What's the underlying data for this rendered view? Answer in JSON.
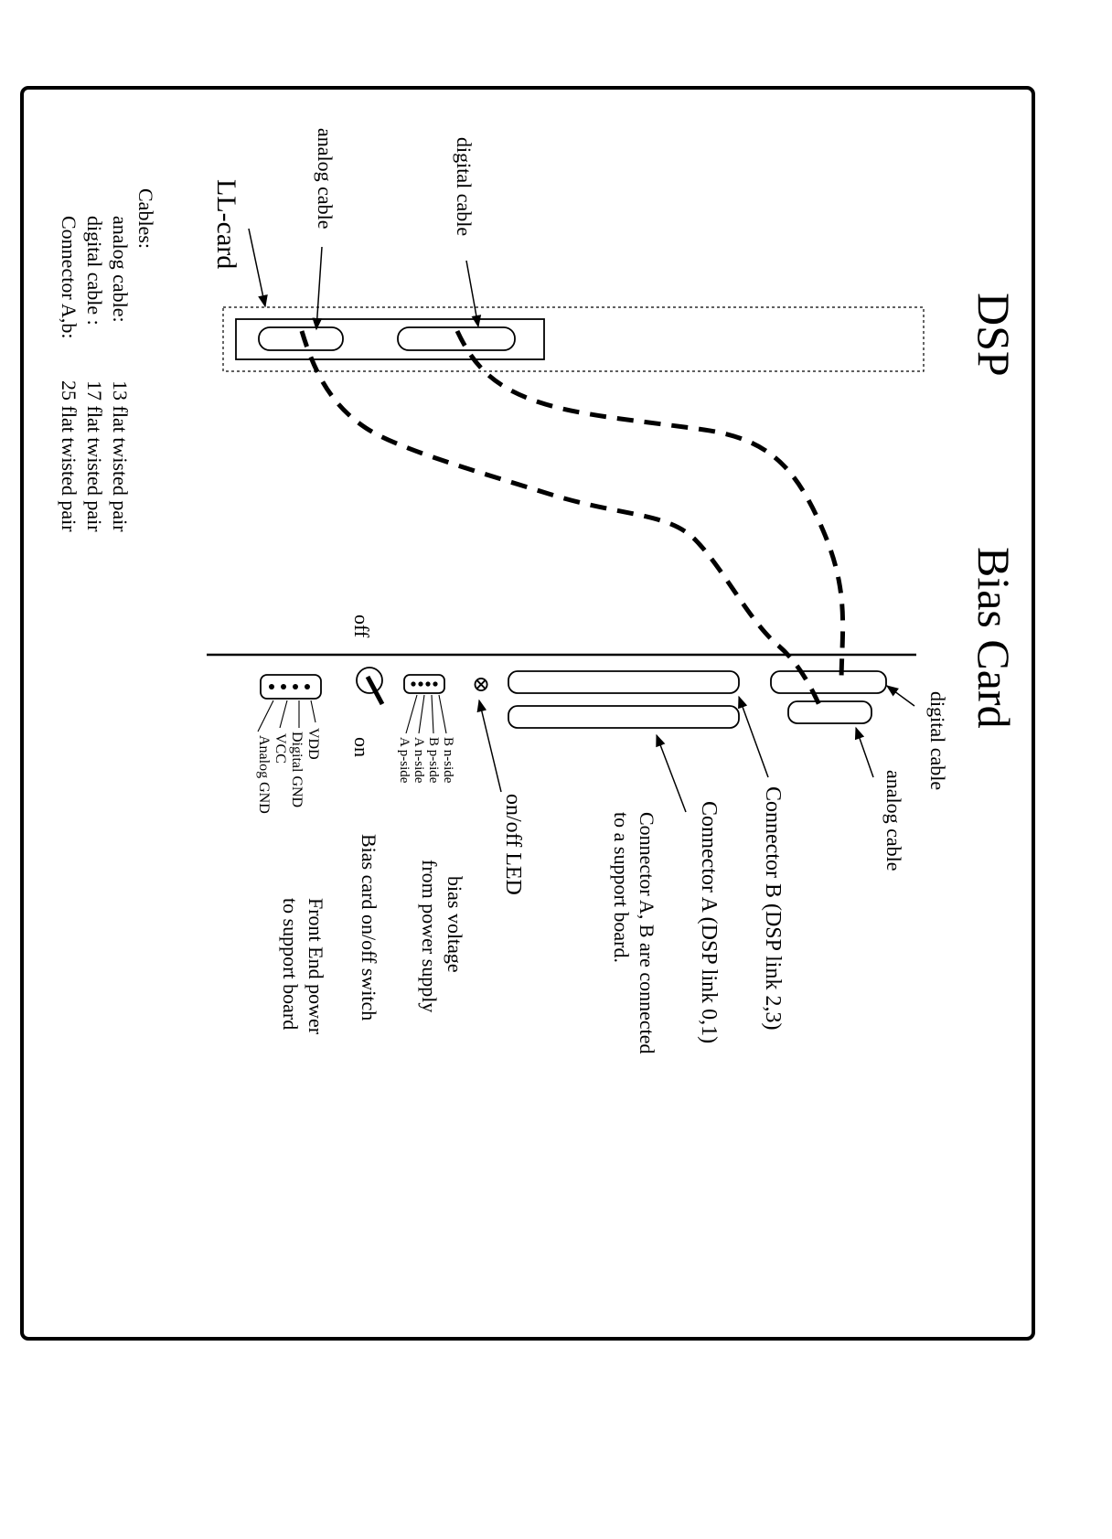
{
  "titles": {
    "dsp": "DSP",
    "bias_card": "Bias Card"
  },
  "labels": {
    "ll_card": "LL-card",
    "analog_cable_top": "analog cable",
    "digital_cable_top": "digital cable",
    "digital_cable_right": "digital cable",
    "analog_cable_right": "analog cable",
    "connector_b": "Connector B (DSP link 2,3)",
    "connector_a": "Connector A (DSP link 0,1)",
    "connectors_note_1": "Connector A, B are connected",
    "connectors_note_2": "to a support board.",
    "led": "on/off LED",
    "bias_voltage_1": "bias voltage",
    "bias_voltage_2": "from power supply",
    "switch_desc": "Bias card on/off switch",
    "frontend_1": "Front End power",
    "frontend_2": "to support board",
    "switch_off": "off",
    "switch_on": "on",
    "led_symbol": "⊗"
  },
  "bias_pins": [
    "B  n-side",
    "B  p-side",
    "A  n-side",
    "A  p-side"
  ],
  "power_pins": [
    "VDD",
    "Digital GND",
    "VCC",
    "Analog GND"
  ],
  "cables_legend": {
    "heading": "Cables:",
    "rows": [
      {
        "name": "analog cable:",
        "spec": "13 flat twisted pair"
      },
      {
        "name": "digital cable :",
        "spec": "17 flat twisted pair"
      },
      {
        "name": "Connector A,b:",
        "spec": "25 flat twisted pair"
      }
    ]
  }
}
